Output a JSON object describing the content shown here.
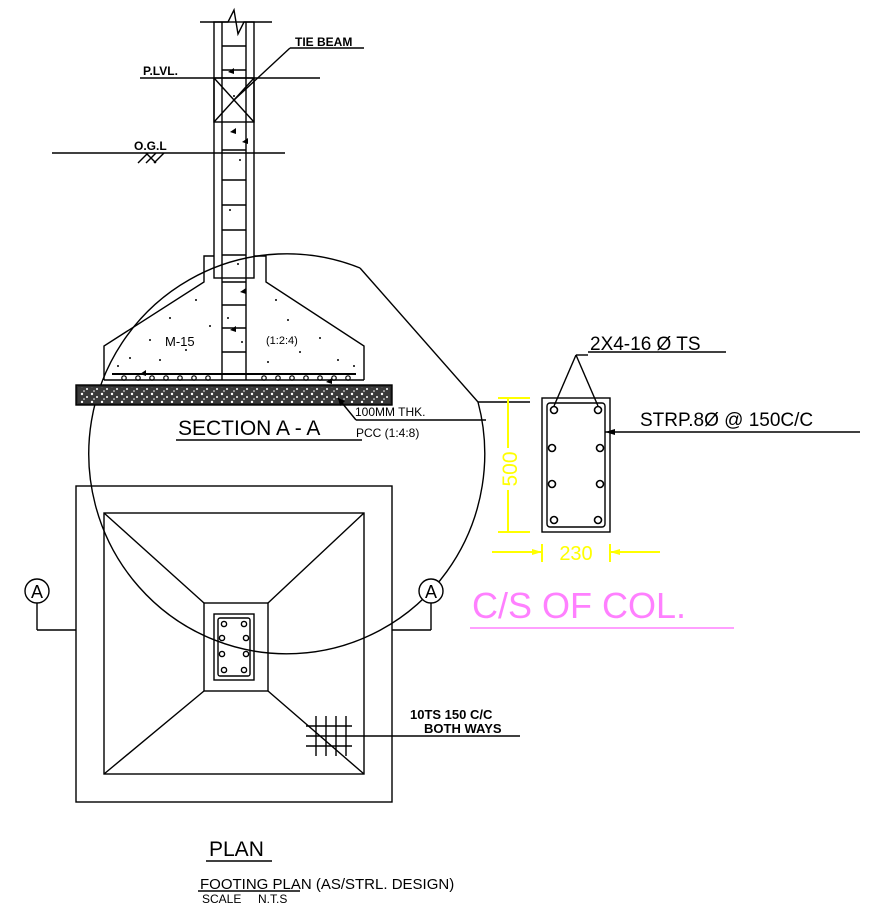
{
  "section": {
    "tie_beam": "TIE BEAM",
    "plinth_level": "P.LVL.",
    "ogl": "O.G.L",
    "concrete_grade": "M-15",
    "mix_ratio": "(1:2:4)",
    "title": "SECTION   A - A",
    "pcc_thickness": "100MM   THK.",
    "pcc_mix": "PCC  (1:4:8)"
  },
  "column_section": {
    "main_bars": "2X4-16 Ø TS",
    "stirrups": "STRP.8Ø @ 150C/C",
    "depth": "500",
    "width": "230",
    "title": "C/S OF COL."
  },
  "plan": {
    "marker_left": "A",
    "marker_right": "A",
    "mesh_line1": "10TS  150  C/C",
    "mesh_line2": "BOTH  WAYS",
    "title": "PLAN"
  },
  "footer": {
    "title": "FOOTING  PLAN  (AS/STRL.  DESIGN)",
    "scale_label": "SCALE",
    "scale_value": "N.T.S"
  },
  "colors": {
    "dimension": "#ffff00",
    "title_pink": "#ff80ff",
    "linework": "#000000"
  }
}
